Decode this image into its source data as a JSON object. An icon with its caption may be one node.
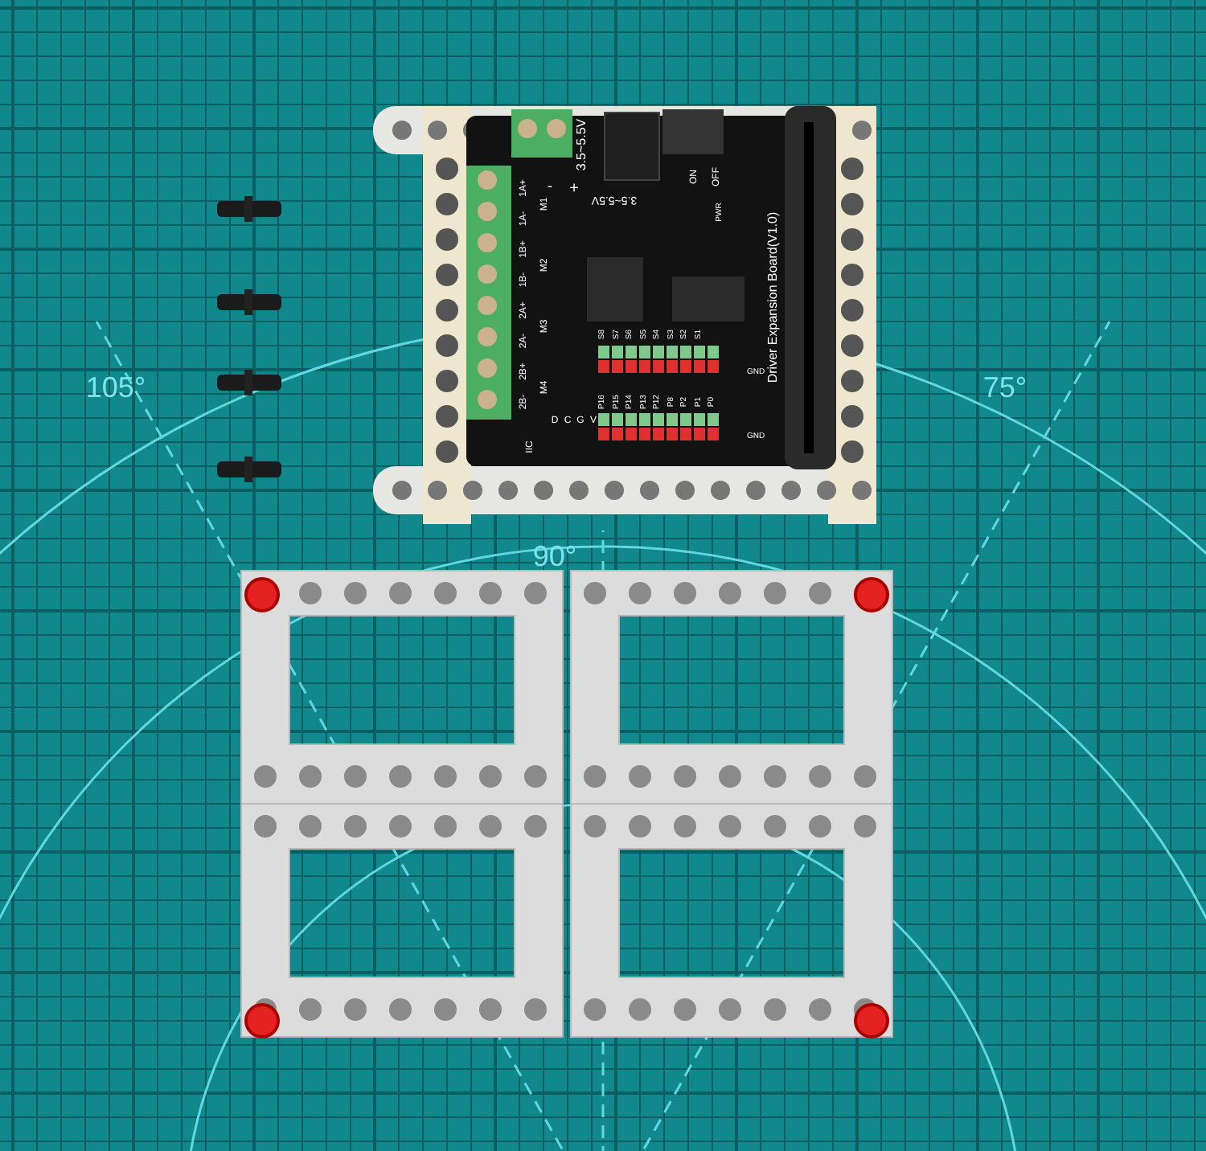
{
  "diagram": {
    "labels": [
      "3.5~5.5V",
      "+",
      "-",
      "3.5~5.5V",
      "ON",
      "OFF",
      "PWR",
      "1A+",
      "1A-",
      "M1",
      "1B+",
      "1B-",
      "M2",
      "2A+",
      "2A-",
      "M3",
      "2B+",
      "2B-",
      "M4",
      "Driver Expansion Board(V1.0)",
      "S8",
      "S7",
      "S6",
      "S5",
      "S4",
      "S3",
      "S2",
      "S1",
      "GND",
      "105°",
      "75°",
      "P16",
      "P15",
      "P14",
      "P13",
      "P12",
      "P8",
      "P2",
      "P1",
      "P0",
      "D",
      "C",
      "G",
      "V",
      "IIC",
      "GND",
      "90°"
    ]
  }
}
